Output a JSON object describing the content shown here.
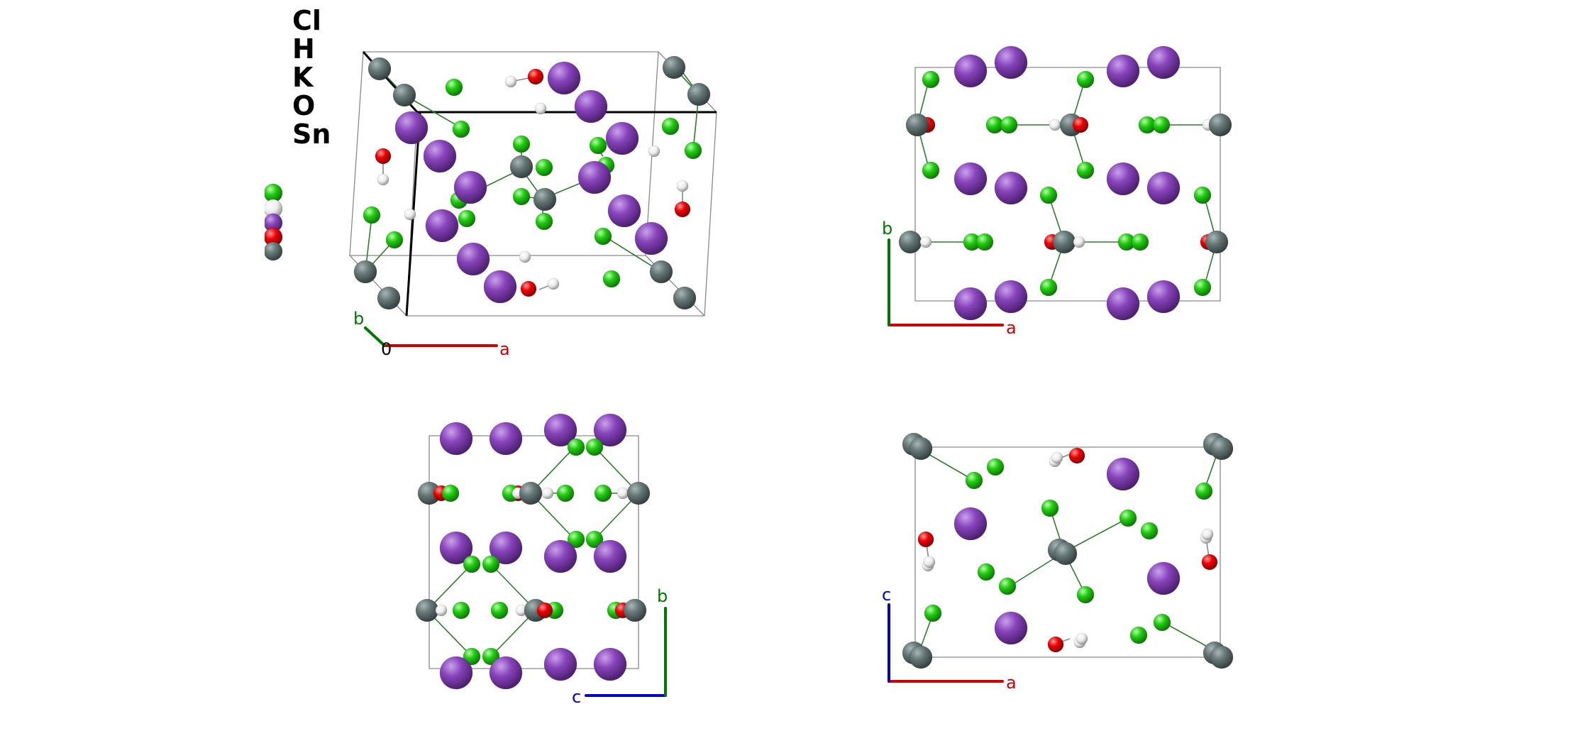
{
  "legend": {
    "elements": [
      {
        "symbol": "Cl",
        "color": "#22cc11"
      },
      {
        "symbol": "H",
        "color": "#f2f2f2"
      },
      {
        "symbol": "K",
        "color": "#8844bb"
      },
      {
        "symbol": "O",
        "color": "#ee0000"
      },
      {
        "symbol": "Sn",
        "color": "#667777"
      }
    ]
  },
  "axes": {
    "a": {
      "label": "a",
      "color": "#cc0000"
    },
    "b": {
      "label": "b",
      "color": "#007700"
    },
    "c": {
      "label": "c",
      "color": "#0000cc"
    },
    "origin": {
      "label": "0"
    }
  },
  "views": [
    {
      "name": "perspective-view"
    },
    {
      "name": "view-along-c",
      "axes": [
        "a",
        "b"
      ]
    },
    {
      "name": "view-along-a",
      "axes": [
        "c",
        "b"
      ]
    },
    {
      "name": "view-along-b",
      "axes": [
        "a",
        "c"
      ]
    }
  ]
}
